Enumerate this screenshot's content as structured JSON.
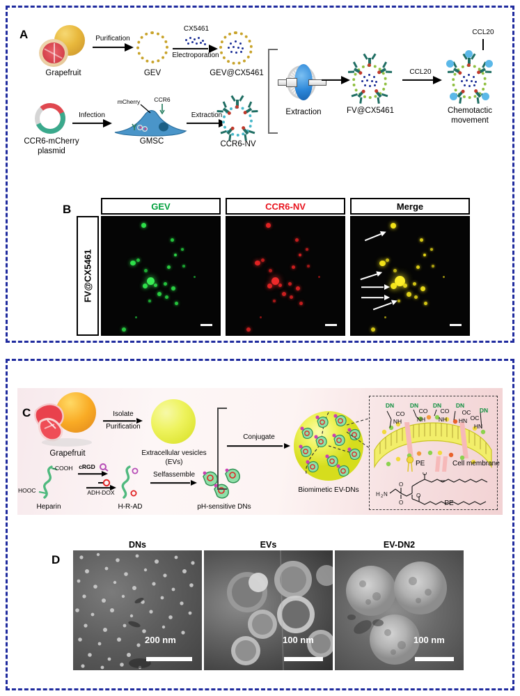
{
  "figure": {
    "border_color": "#1f2b9e",
    "panels": [
      "A",
      "B",
      "C",
      "D"
    ]
  },
  "panel_a": {
    "letter": "A",
    "top_row": {
      "source_label": "Grapefruit",
      "step1_label": "Purification",
      "vesicle_label": "GEV",
      "drug_label": "CX5461",
      "step2_label": "Electroporation",
      "loaded_label": "GEV@CX5461"
    },
    "bottom_row": {
      "plasmid_label_line1": "CCR6-mCherry",
      "plasmid_label_line2": "plasmid",
      "step1_label": "Infection",
      "cell_label": "GMSC",
      "marker_label": "mCherry",
      "receptor_label": "CCR6",
      "step2_label": "Extraction",
      "nv_label": "CCR6-NV"
    },
    "merge": {
      "filter_label": "Extraction",
      "product_label": "FV@CX5461",
      "step_label": "CCL20",
      "chemokine_label": "CCL20",
      "final_label_line1": "Chemotactic",
      "final_label_line2": "movement"
    }
  },
  "panel_b": {
    "letter": "B",
    "row_label": "FV@CX5461",
    "columns": [
      {
        "title": "GEV",
        "color": "#00a03c"
      },
      {
        "title": "CCR6-NV",
        "color": "#e8121c"
      },
      {
        "title": "Merge",
        "color": "#000000"
      }
    ],
    "arrow_count": 5
  },
  "panel_c": {
    "letter": "C",
    "source_label": "Grapefruit",
    "step1_line1": "Isolate",
    "step1_line2": "Purification",
    "ev_label_line1": "Extracellular vesicles",
    "ev_label_line2": "(EVs)",
    "heparin_label": "Heparin",
    "heparin_cooh_top": "-COOH",
    "heparin_cooh_left": "HOOC",
    "crgd_label": "cRGD",
    "adh_dox_label": "ADH-DOX",
    "hrad_label": "H-R-AD",
    "selfassemble_label": "Selfassemble",
    "dns_label": "pH-sensitive DNs",
    "conjugate_label": "Conjugate",
    "product_label": "Biomimetic EV-DNs",
    "inset": {
      "dn_labels": [
        "DN",
        "DN",
        "DN",
        "DN",
        "DN"
      ],
      "bond_labels": [
        "CO",
        "CO",
        "CO",
        "OC",
        "OC"
      ],
      "amide_labels": [
        "NH",
        "NH",
        "NH",
        "HN",
        "HN"
      ],
      "pe_label": "PE",
      "membrane_label": "Cell membrane",
      "structure_label": "PE",
      "amine_label": "H2N"
    }
  },
  "panel_d": {
    "letter": "D",
    "images": [
      {
        "title": "DNs",
        "scale": "200 nm"
      },
      {
        "title": "EVs",
        "scale": "100 nm"
      },
      {
        "title": "EV-DN2",
        "scale": "100 nm"
      }
    ]
  }
}
